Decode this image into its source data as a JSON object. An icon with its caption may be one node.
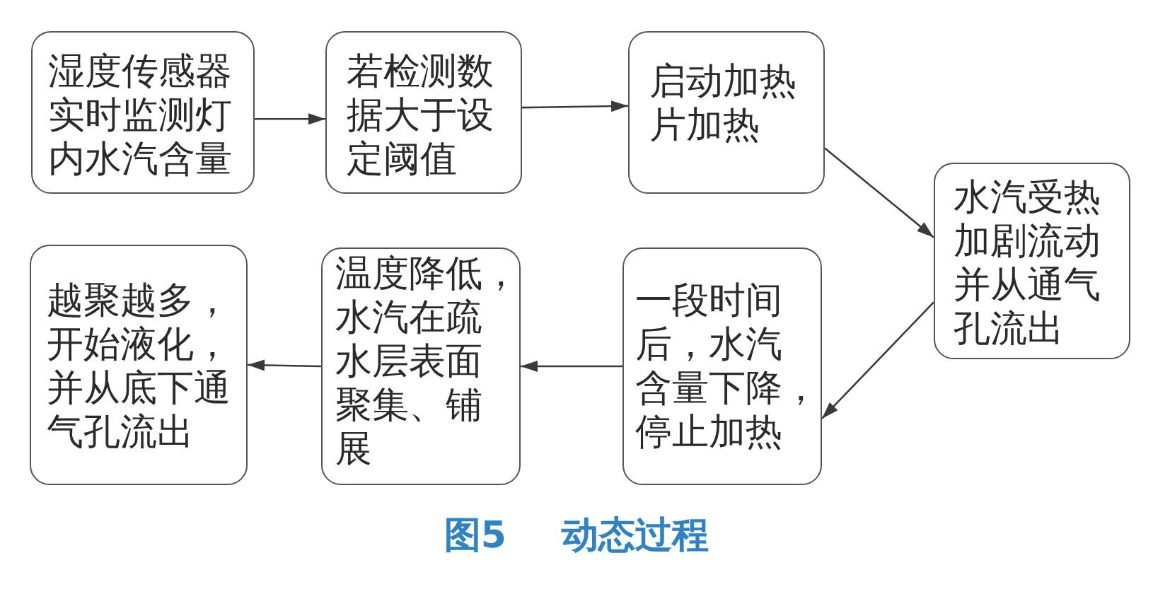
{
  "diagram": {
    "caption": "图5 动态过程",
    "nodes": [
      {
        "text": [
          "湿度传感器实时监测灯内水汽含量"
        ]
      },
      {
        "text": [
          "若检测数据大于设定阈值"
        ]
      },
      {
        "text": [
          "启动加热片加热"
        ]
      },
      {
        "text": [
          "水汽受热加剧流动并从通气孔流出"
        ]
      },
      {
        "text": [
          "一段时间后，水汽含量下降，停止加热"
        ]
      },
      {
        "text": [
          "温度降低，水汽在疏水层表面聚集、铺展"
        ]
      },
      {
        "text": [
          "越聚越多，开始液化，并从底下通气孔流出"
        ]
      }
    ],
    "edges": [
      {
        "from": 0,
        "to": 1,
        "arrow": "to"
      },
      {
        "from": 1,
        "to": 2,
        "arrow": "to"
      },
      {
        "from": 2,
        "to": 3,
        "arrow": "to"
      },
      {
        "from": 3,
        "to": 4,
        "arrow": "to"
      },
      {
        "from": 4,
        "to": 5,
        "arrow": "to"
      },
      {
        "from": 5,
        "to": 6,
        "arrow": "to"
      }
    ]
  }
}
